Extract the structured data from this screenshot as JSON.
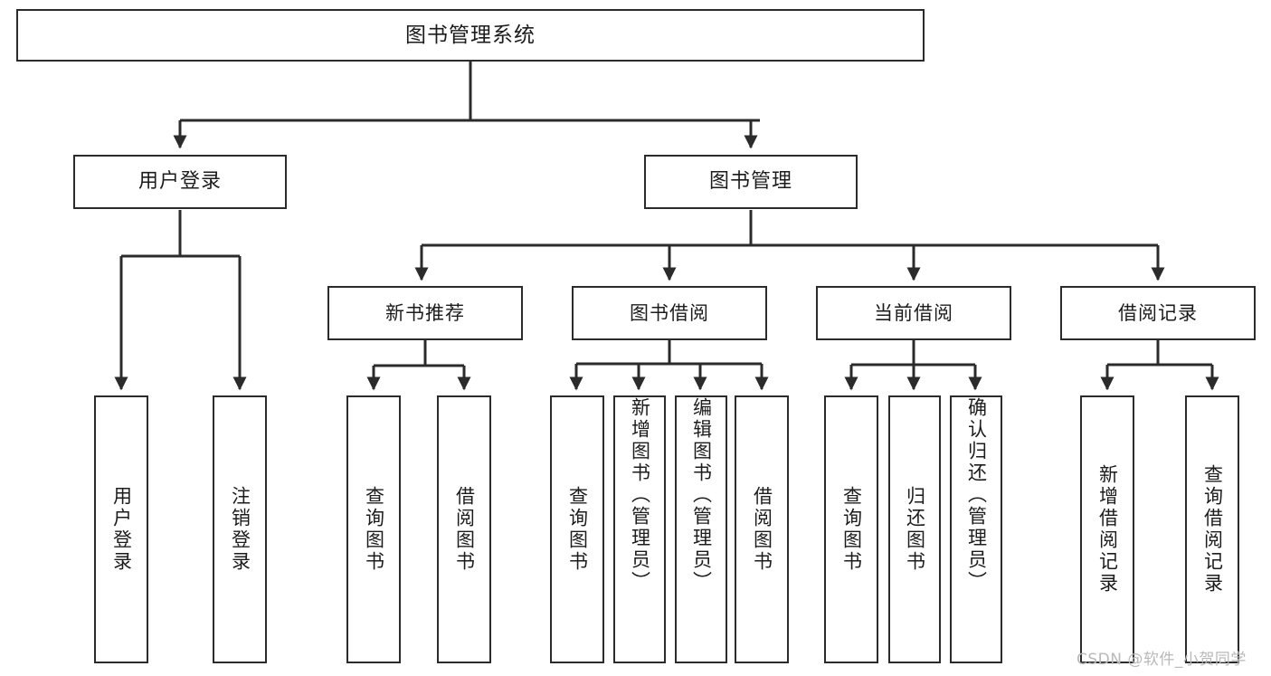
{
  "diagram": {
    "title": "图书管理系统",
    "type": "tree-hierarchy-chart",
    "root": {
      "label": "图书管理系统"
    },
    "level1": [
      {
        "label": "用户登录"
      },
      {
        "label": "图书管理"
      }
    ],
    "level2": [
      {
        "label": "新书推荐"
      },
      {
        "label": "图书借阅"
      },
      {
        "label": "当前借阅"
      },
      {
        "label": "借阅记录"
      }
    ],
    "leaves": {
      "user_login": [
        {
          "label": "用户登录"
        },
        {
          "label": "注销登录"
        }
      ],
      "new_book_recommend": [
        {
          "label": "查询图书"
        },
        {
          "label": "借阅图书"
        }
      ],
      "book_borrow": [
        {
          "label": "查询图书"
        },
        {
          "label": "新增图书（管理员）"
        },
        {
          "label": "编辑图书（管理员）"
        },
        {
          "label": "借阅图书"
        }
      ],
      "current_borrow": [
        {
          "label": "查询图书"
        },
        {
          "label": "归还图书"
        },
        {
          "label": "确认归还（管理员）"
        }
      ],
      "borrow_record": [
        {
          "label": "新增借阅记录"
        },
        {
          "label": "查询借阅记录"
        }
      ]
    }
  },
  "watermark": {
    "text": "CSDN @软件_小贺同学"
  },
  "colors": {
    "stroke": "#2b2b2b",
    "text": "#1c1c1c",
    "background": "#ffffff",
    "watermark": "#b9b9b9"
  }
}
